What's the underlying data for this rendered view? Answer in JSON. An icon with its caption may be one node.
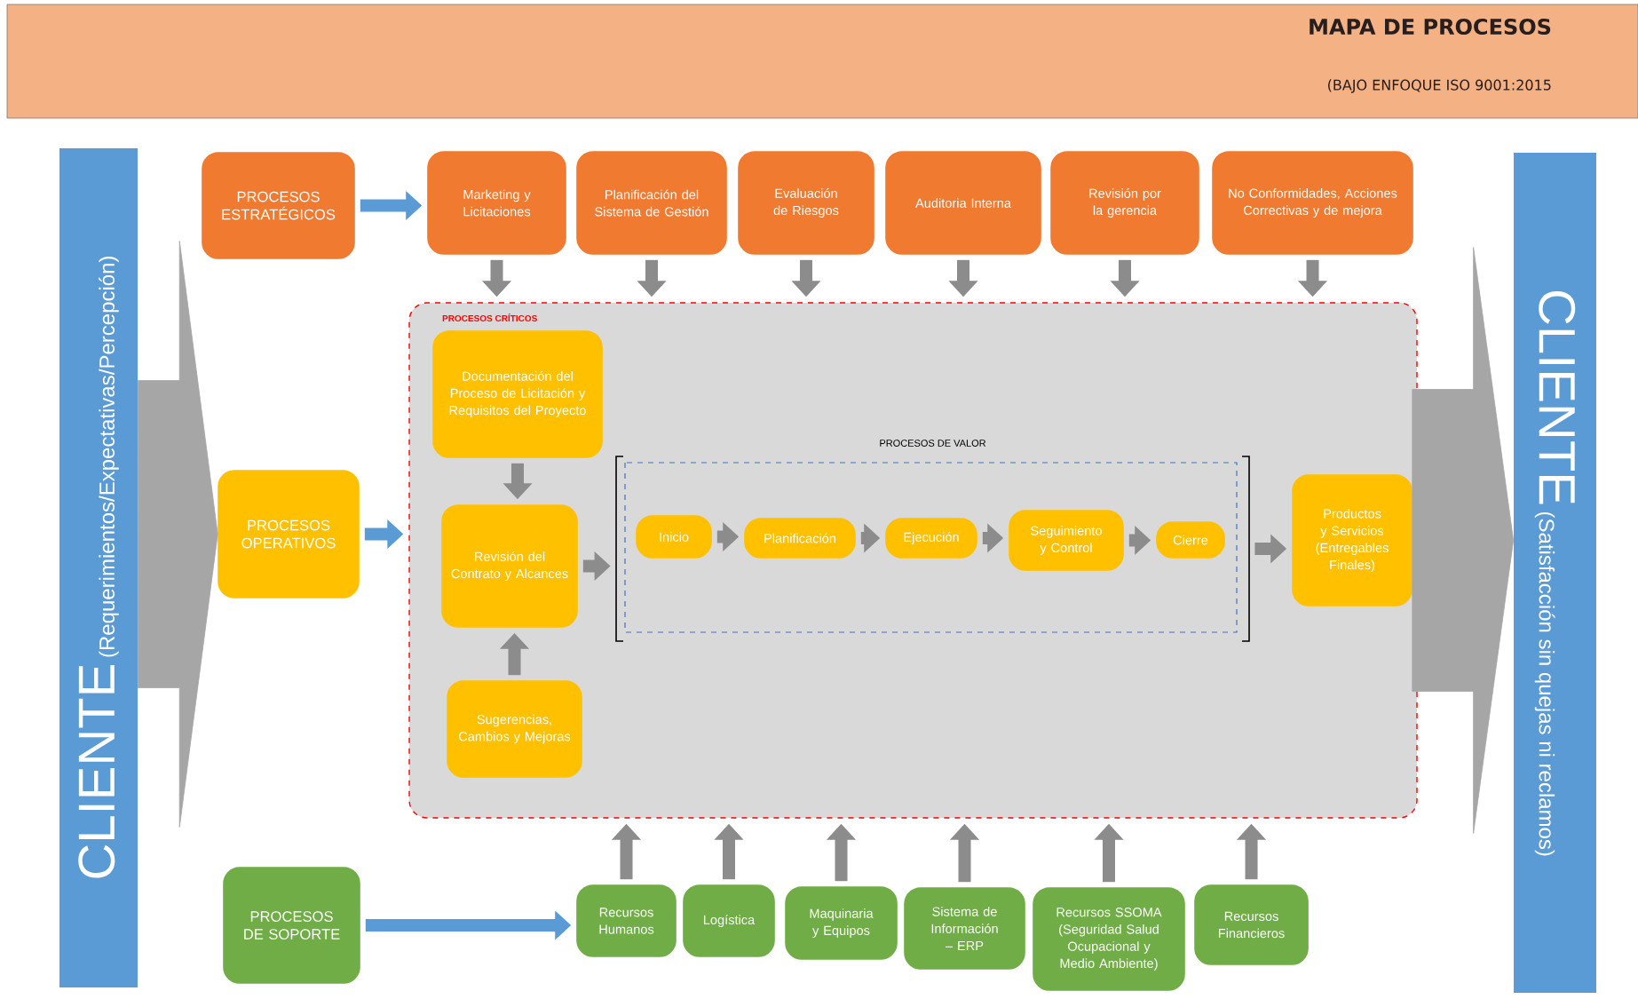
{
  "diagram": {
    "title": "MAPA DE PROCESOS",
    "nodes": [
      {
        "text": [
          "CLIENTE",
          "(Requerimientos/Expectativas/Percepción)"
        ]
      },
      {
        "text": [
          "PROCESOS ESTRATÉGICOS"
        ]
      },
      {
        "text": [
          "Marketing y Licitaciones"
        ]
      },
      {
        "text": [
          "Planificación del Sistema de Gestión"
        ]
      },
      {
        "text": [
          "Evaluación de Riesgos"
        ]
      },
      {
        "text": [
          "Auditoria Interna"
        ]
      },
      {
        "text": [
          "Revisión por la gerencia"
        ]
      },
      {
        "text": [
          "No Conformidades, Acciones Correctivas y de mejora"
        ]
      },
      {
        "text": [
          "PROCESOS OPERATIVOS"
        ]
      },
      {
        "text": [
          "PROCESOS CRÍTICOS"
        ]
      },
      {
        "text": [
          "Documentación del Proceso de Licitación y Requisitos del Proyecto"
        ],
        "in": 9
      },
      {
        "text": [
          "Revisión del Contrato y Alcances"
        ],
        "in": 9
      },
      {
        "text": [
          "Sugerencias, Cambios y Mejoras"
        ],
        "in": 9
      },
      {
        "text": [
          "PROCESOS DE VALOR"
        ],
        "in": 9
      },
      {
        "text": [
          "Inicio"
        ],
        "in": 13
      },
      {
        "text": [
          "Planificación"
        ],
        "in": 13
      },
      {
        "text": [
          "Ejecución"
        ],
        "in": 13
      },
      {
        "text": [
          "Seguimiento y Control"
        ],
        "in": 13
      },
      {
        "text": [
          "Cierre"
        ],
        "in": 13
      },
      {
        "text": [
          "Productos y Servicios (Entregables Finales)"
        ],
        "in": 9
      },
      {
        "text": [
          "CLIENTE",
          "(Satisfacción sin quejas ni reclamos)"
        ]
      },
      {
        "text": [
          "PROCESOS DE SOPORTE"
        ]
      },
      {
        "text": [
          "Recursos Humanos"
        ]
      },
      {
        "text": [
          "Logística"
        ]
      },
      {
        "text": [
          "Maquinaria y Equipos"
        ]
      },
      {
        "text": [
          "Sistema de Información – ERP"
        ]
      },
      {
        "text": [
          "Recursos SSOMA (Seguridad Salud Ocupacional y Medio Ambiente)"
        ]
      },
      {
        "text": [
          "Recursos Financieros"
        ]
      }
    ],
    "edges": [
      {
        "from": 0,
        "to": 8,
        "arrow": "to",
        "style": "thick"
      },
      {
        "from": 19,
        "to": 20,
        "arrow": "to",
        "style": "thick"
      },
      {
        "from": 1,
        "to": 2,
        "arrow": "to",
        "color": "#5b9bd5"
      },
      {
        "from": 2,
        "to": 9,
        "arrow": "to"
      },
      {
        "from": 3,
        "to": 9,
        "arrow": "to"
      },
      {
        "from": 4,
        "to": 9,
        "arrow": "to"
      },
      {
        "from": 5,
        "to": 9,
        "arrow": "to"
      },
      {
        "from": 6,
        "to": 9,
        "arrow": "to"
      },
      {
        "from": 7,
        "to": 9,
        "arrow": "to"
      },
      {
        "from": 8,
        "to": 9,
        "arrow": "to",
        "color": "#5b9bd5"
      },
      {
        "from": 10,
        "to": 11,
        "arrow": "to"
      },
      {
        "from": 12,
        "to": 11,
        "arrow": "to"
      },
      {
        "from": 11,
        "to": 13,
        "arrow": "to"
      },
      {
        "from": 14,
        "to": 15,
        "arrow": "to"
      },
      {
        "from": 15,
        "to": 16,
        "arrow": "to"
      },
      {
        "from": 16,
        "to": 17,
        "arrow": "to"
      },
      {
        "from": 17,
        "to": 18,
        "arrow": "to"
      },
      {
        "from": 13,
        "to": 19,
        "arrow": "to"
      },
      {
        "from": 21,
        "to": 22,
        "arrow": "to",
        "color": "#5b9bd5"
      },
      {
        "from": 22,
        "to": 9,
        "arrow": "to"
      },
      {
        "from": 23,
        "to": 9,
        "arrow": "to"
      },
      {
        "from": 24,
        "to": 9,
        "arrow": "to"
      },
      {
        "from": 25,
        "to": 9,
        "arrow": "to"
      },
      {
        "from": 26,
        "to": 9,
        "arrow": "to"
      },
      {
        "from": 27,
        "to": 9,
        "arrow": "to"
      }
    ],
    "labels": [
      "(BAJO ENFOQUE ISO 9001:2015"
    ]
  }
}
